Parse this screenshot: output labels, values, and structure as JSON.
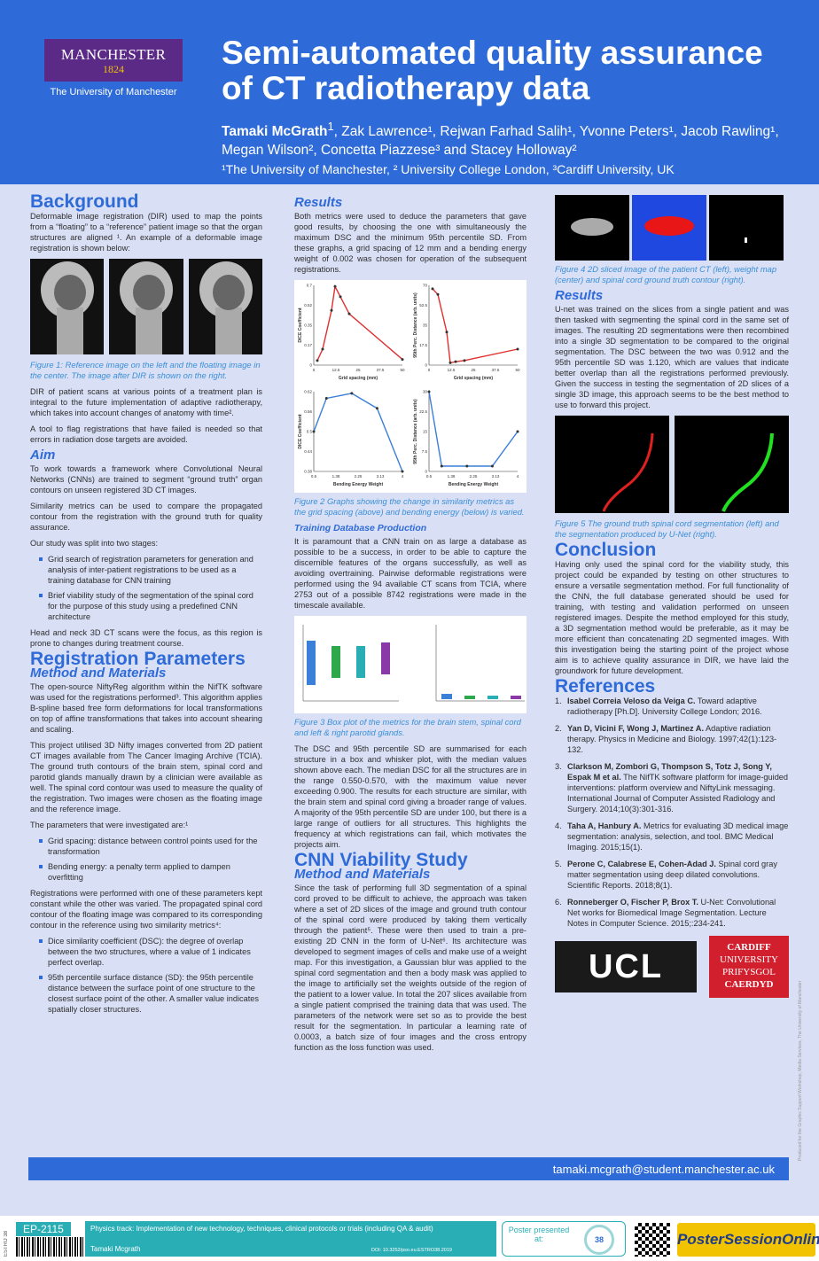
{
  "header": {
    "logo_name": "MANCHESTER",
    "logo_year": "1824",
    "logo_univ": "The University of Manchester",
    "title": "Semi-automated quality assurance of CT radiotherapy data",
    "lead_author": "Tamaki McGrath",
    "lead_sup": "1",
    "authors_rest": ", Zak Lawrence¹, Rejwan Farhad Salih¹, Yvonne Peters¹, Jacob Rawling¹, Megan Wilson², Concetta Piazzese³ and Stacey Holloway²",
    "affiliations": "¹The University of Manchester, ² University College London, ³Cardiff University, UK"
  },
  "background": {
    "heading": "Background",
    "p1": "Deformable image registration (DIR) used to map the points from a “floating” to a “reference” patient image so that the organ structures are aligned ¹. An example of a deformable image registration is shown below:",
    "fig1": "Figure 1: Reference image on the left and the floating image in the center. The image after DIR is shown on the right.",
    "p2": "DIR of patient scans at various points of a treatment plan is integral to the future implementation of adaptive radiotherapy, which takes into account changes of anatomy with time².",
    "p3": "A tool to flag registrations that have failed is needed so that errors in radiation dose targets are avoided."
  },
  "aim": {
    "heading": "Aim",
    "p1": "To work towards a framework where Convolutional Neural Networks (CNNs) are trained to segment “ground truth” organ contours on unseen registered 3D CT images.",
    "p2": "Similarity metrics can be used to compare the propagated contour from the registration with the ground truth for quality assurance.",
    "p3": "Our study was split into two stages:",
    "b1": "Grid search of registration parameters for generation and analysis of inter-patient registrations to be used as a training database for CNN training",
    "b2": "Brief viability study of the segmentation of the spinal cord for the purpose of this study using a predefined CNN architecture",
    "p4": "Head and neck 3D CT scans were the focus, as this region is prone to changes during treatment course."
  },
  "reg": {
    "heading": "Registration Parameters",
    "sub": "Method and Materials",
    "p1": "The open-source NiftyReg algorithm within the NifTK software was used for the registrations performed³. This algorithm applies B-spline based free form deformations for local transformations on top of affine transformations that takes into account shearing and scaling.",
    "p2": "This project utilised 3D Nifty images converted from 2D patient CT images available from The Cancer Imaging Archive (TCIA). The ground truth contours of the brain stem, spinal cord and parotid glands manually drawn by a clinician were available as well. The spinal cord contour was used to measure the quality of the registration. Two images were chosen as the floating image and the reference image.",
    "p3": "The parameters that were investigated are:¹",
    "b1": "Grid spacing: distance between control points used for the transformation",
    "b2": "Bending energy: a penalty term applied to dampen overfitting",
    "p4": "Registrations were performed with one of these parameters kept constant while the other was varied. The propagated spinal cord contour of the floating image was compared to its corresponding contour in the reference using two similarity metrics⁴:",
    "b3": "Dice similarity coefficient (DSC): the degree of overlap between the two structures, where a value of 1 indicates perfect overlap.",
    "b4": "95th percentile surface distance (SD): the 95th percentile distance between the surface point of one structure to the closest surface point of the other. A smaller value indicates spatially closer structures."
  },
  "results": {
    "heading": "Results",
    "p1": "Both metrics were used to deduce the parameters that gave good results, by choosing the one with simultaneously the maximum DSC and the minimum 95th percentile SD. From these graphs, a grid spacing of 12 mm and a bending energy weight of 0.002 was chosen for operation of the subsequent registrations.",
    "fig2": "Figure 2 Graphs showing the change in similarity metrics as the grid spacing (above) and bending energy (below) is varied.",
    "train_heading": "Training Database Production",
    "p2": "It is paramount that a CNN train on as large a database as possible to be a success, in order to be able to capture the discernible features of the organs successfully, as well as avoiding overtraining. Pairwise deformable registrations were performed using the 94 available CT scans from TCIA, where 2753 out of a possible 8742 registrations were made in the timescale available.",
    "fig3": "Figure 3 Box plot of the metrics for the brain stem, spinal cord and left & right parotid glands.",
    "p3": "The DSC and 95th percentile SD are summarised for each structure in a box and whisker plot, with the median values shown above each. The median DSC for all the structures are in the range 0.550-0.570, with the maximum value never exceeding 0.900. The results for each structure are similar, with the brain stem and spinal cord giving a broader range of values. A majority of the 95th percentile SD are under 100, but there is a large range of outliers for all structures. This highlights the frequency at which registrations can fail, which motivates the projects aim."
  },
  "cnn": {
    "heading": "CNN Viability Study",
    "sub": "Method and Materials",
    "p1": "Since the task of performing full 3D segmentation of a spinal cord proved to be difficult to achieve, the approach was taken where a set of 2D slices of the image and ground truth contour of the spinal cord were produced by taking them vertically through the patient⁵. These were then used to train a pre-existing 2D CNN in the form of U-Net⁶. Its architecture was developed to segment images of cells and make use of a weight map. For this investigation, a Gaussian blur was applied to the spinal cord segmentation and then a body mask was applied to the image to artificially set the weights outside of the region of the patient to a lower value. In total the 207 slices available from a single patient comprised the training data that was used. The parameters of the network were set so as to provide the best result for the segmentation. In particular a learning rate of 0.0003, a batch size of four images and the cross entropy function as the loss function was used."
  },
  "col3": {
    "fig4": "Figure 4  2D sliced image of the patient CT (left), weight map (center) and spinal cord ground truth contour (right).",
    "res_heading": "Results",
    "p1": "U-net was trained on the slices from a single patient and was then tasked with segmenting the spinal cord in the same set of images. The resulting 2D segmentations were then recombined into a single 3D segmentation to be compared to the original segmentation. The DSC between the two was 0.912 and the 95th percentile SD was 1.120, which are values that indicate better overlap than all the registrations performed previously. Given the success in testing the segmentation of 2D slices of a single 3D image, this approach seems to be the best method to use to forward this project.",
    "fig5": "Figure 5 The ground truth spinal cord segmentation (left) and the segmentation produced by U-Net (right).",
    "conc_heading": "Conclusion",
    "p2": "Having only used the spinal cord for the viability study, this project could be expanded by testing on other structures to ensure a versatile segmentation method. For full functionality of the CNN, the full database generated should be used for training, with testing and validation performed on unseen registered images. Despite the method employed for this study, a 3D segmentation method would be preferable, as it may be more efficient than concatenating 2D segmented images. With this investigation being the starting point of the project whose aim is to achieve quality assurance in DIR, we have laid the groundwork for future development.",
    "ref_heading": "References",
    "refs": [
      {
        "n": "1.",
        "a": "Isabel Correia Veloso da Veiga C.",
        "t": " Toward adaptive radiotherapy [Ph.D]. University College London; 2016."
      },
      {
        "n": "2.",
        "a": "Yan D, Vicini F, Wong J, Martinez A.",
        "t": " Adaptive radiation therapy. Physics in Medicine and Biology. 1997;42(1):123-132."
      },
      {
        "n": "3.",
        "a": "Clarkson M, Zombori G, Thompson S, Totz J, Song Y, Espak M et al.",
        "t": " The NifTK software platform for image-guided interventions: platform overview and NiftyLink messaging. International Journal of Computer Assisted Radiology and Surgery. 2014;10(3):301-316."
      },
      {
        "n": "4.",
        "a": "Taha A, Hanbury A.",
        "t": " Metrics for evaluating 3D medical image segmentation: analysis, selection, and tool. BMC Medical Imaging. 2015;15(1)."
      },
      {
        "n": "5.",
        "a": "Perone C, Calabrese E, Cohen-Adad J.",
        "t": " Spinal cord gray matter segmentation using deep dilated convolutions. Scientific Reports. 2018;8(1)."
      },
      {
        "n": "6.",
        "a": "Ronneberger O, Fischer P, Brox T.",
        "t": " U-Net: Convolutional Net works for Biomedical Image Segmentation. Lecture Notes in Computer Science. 2015;:234-241."
      }
    ],
    "ucl": "UCL",
    "cardiff1": "CARDIFF",
    "cardiff2": "UNIVERSITY",
    "cardiff3": "PRIFYSGOL",
    "cardiff4": "CAERDYD"
  },
  "footer": {
    "email": "tamaki.mcgrath@student.manchester.ac.uk",
    "ep": "EP-2115",
    "track": "Physics track: Implementation of new technology, techniques, clinical protocols or trials (including QA & audit)",
    "author": "Tamaki Mcgrath",
    "doi": "DOI: 10.3252/pso.eu.ESTRO38.2019",
    "presented": "Poster presented at:",
    "estro": "38",
    "pso": "PosterSessionOnline",
    "side": "Produced for the Graphic Support Workshop, Media Services, The University of Manchester",
    "side2": "ESTRO 38"
  },
  "chart_data": [
    {
      "type": "line",
      "xlabel": "Grid spacing (mm)",
      "ylabel": "DICE Coefficient",
      "x": [
        2,
        5,
        10,
        12,
        15,
        20,
        50
      ],
      "values": [
        0.04,
        0.14,
        0.48,
        0.69,
        0.6,
        0.45,
        0.05
      ],
      "xlim": [
        0,
        50
      ],
      "ylim": [
        0,
        0.7
      ],
      "color": "#e03030"
    },
    {
      "type": "line",
      "xlabel": "Grid spacing (mm)",
      "ylabel": "95th Perc. Distance (arb. units)",
      "x": [
        2,
        5,
        10,
        12,
        15,
        20,
        50
      ],
      "values": [
        67,
        62,
        29,
        2,
        3,
        4,
        14
      ],
      "xlim": [
        0,
        50
      ],
      "ylim": [
        0,
        70
      ],
      "color": "#e03030"
    },
    {
      "type": "line",
      "xlabel": "Bending Energy Weight",
      "ylabel": "DICE Coefficient",
      "x": [
        0.5,
        1.0,
        2.0,
        3.0,
        4.0
      ],
      "values": [
        0.5,
        0.6,
        0.615,
        0.57,
        0.38
      ],
      "xlim": [
        0.5,
        4.0
      ],
      "ylim": [
        0.38,
        0.62
      ],
      "color": "#3a7fd8"
    },
    {
      "type": "line",
      "xlabel": "Bending Energy Weight",
      "ylabel": "95th Perc. Distance (arb. units)",
      "x": [
        0.5,
        1.0,
        2.0,
        3.0,
        4.0
      ],
      "values": [
        30,
        2,
        2,
        2,
        15
      ],
      "xlim": [
        0.5,
        4.0
      ],
      "ylim": [
        0,
        30
      ],
      "color": "#3a7fd8"
    }
  ]
}
